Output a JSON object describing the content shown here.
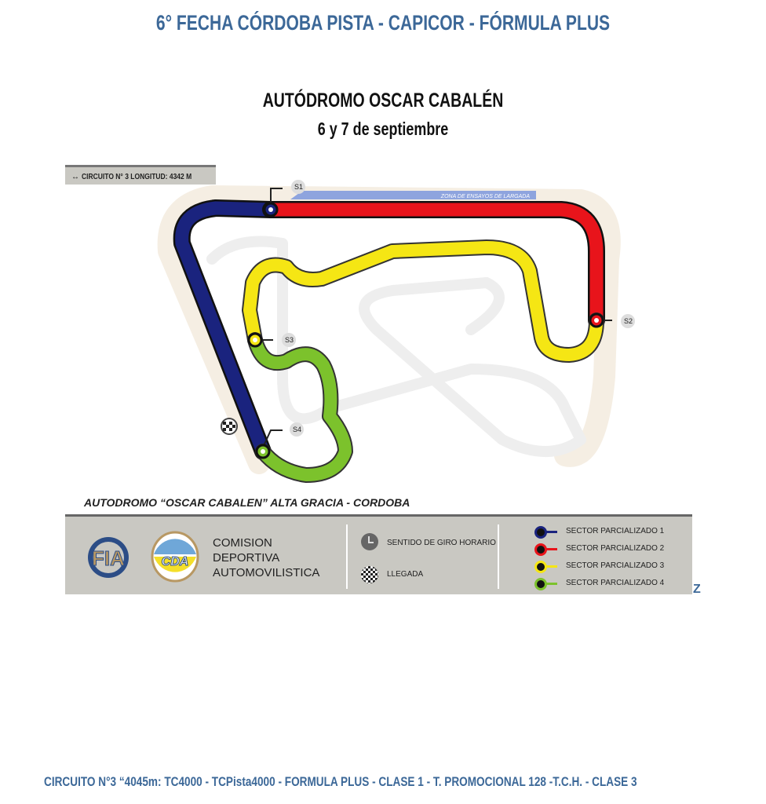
{
  "header": {
    "title": "6° FECHA CÓRDOBA PISTA - CAPICOR - FÓRMULA PLUS",
    "venue": "AUTÓDROMO OSCAR CABALÉN",
    "date": "6 y 7 de septiembre"
  },
  "map": {
    "length_label": "CIRCUITO N° 3 LONGITUD: 4342 M",
    "zone_label": "ZONA DE ENSAYOS DE LARGADA",
    "sectors": [
      {
        "label": "S1",
        "color": "#1a237e"
      },
      {
        "label": "S2",
        "color": "#e8141b"
      },
      {
        "label": "S3",
        "color": "#f5e614"
      },
      {
        "label": "S4",
        "color": "#7cc22c"
      }
    ],
    "caption": "AUTODROMO “OSCAR CABALEN” ALTA GRACIA - CORDOBA"
  },
  "legend": {
    "org_line1": "COMISION",
    "org_line2": "DEPORTIVA",
    "org_line3": "AUTOMOVILISTICA",
    "fia_logo": "FIA",
    "cda_logo": "CDA",
    "direction": "SENTIDO DE GIRO HORARIO",
    "finish": "LLEGADA",
    "sector_items": [
      "SECTOR PARCIALIZADO 1",
      "SECTOR PARCIALIZADO 2",
      "SECTOR PARCIALIZADO 3",
      "SECTOR PARCIALIZADO 4"
    ]
  },
  "stray_mark": "Z",
  "footer": "CIRCUITO N°3 “4045m: TC4000 - TCPista4000 - FORMULA PLUS - CLASE 1 - T. PROMOCIONAL 128 -T.C.H. - CLASE 3"
}
